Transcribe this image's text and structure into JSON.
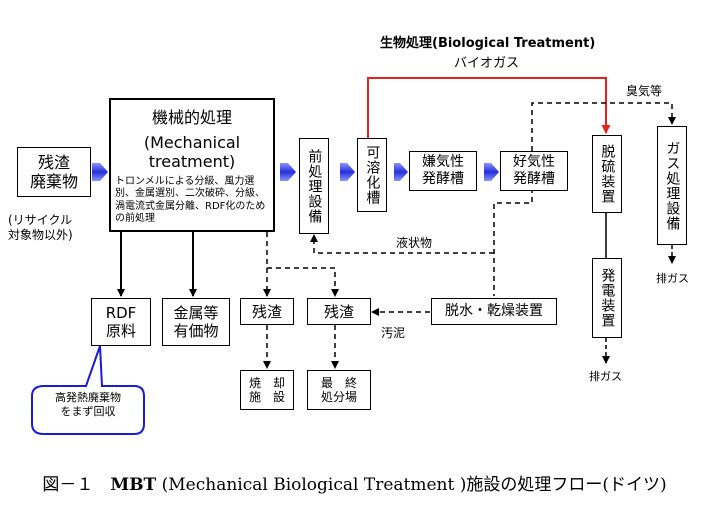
{
  "bio_title": "生物処理(Biological Treatment)",
  "biogas": "バイオガス",
  "odor": "臭気等",
  "input_box": "残渣\n廃棄物",
  "input_note": "(リサイクル\n対象物以外)",
  "mechanical": {
    "title": "機械的処理",
    "title_en": "(Mechanical\ntreatment)",
    "desc": "トロンメルによる分級、風力選別、金属選別、二次破砕、分級、渦電流式金属分離、RDF化のための前処理"
  },
  "pretreatment": "前処理設備",
  "solubilization": "可溶化槽",
  "anaerobic": "嫌気性\n発酵槽",
  "aerobic": "好気性\n発酵槽",
  "desulfurization": "脱硫装置",
  "gas_treatment": "ガス処理設備",
  "power": "発電装置",
  "exhaust_power": "排ガス",
  "exhaust_gas": "排ガス",
  "liquid": "液状物",
  "rdf": "RDF\n原料",
  "metals": "金属等\n有価物",
  "residue1": "残渣",
  "residue2": "残渣",
  "dewater": "脱水・乾燥装置",
  "sludge": "汚泥",
  "incineration": "焼　却\n施　設",
  "landfill": "最　終\n処分場",
  "callout": "高発熱廃棄物\nをまず回収",
  "caption": {
    "prefix": "図－１　",
    "bold": "MBT",
    "rest": " (Mechanical Biological Treatment )施設の処理フロー(ドイツ)"
  },
  "colors": {
    "bio_arrow": "#e8241a",
    "input_arrow": "#2430d8",
    "callout_border": "#1a1adc"
  }
}
